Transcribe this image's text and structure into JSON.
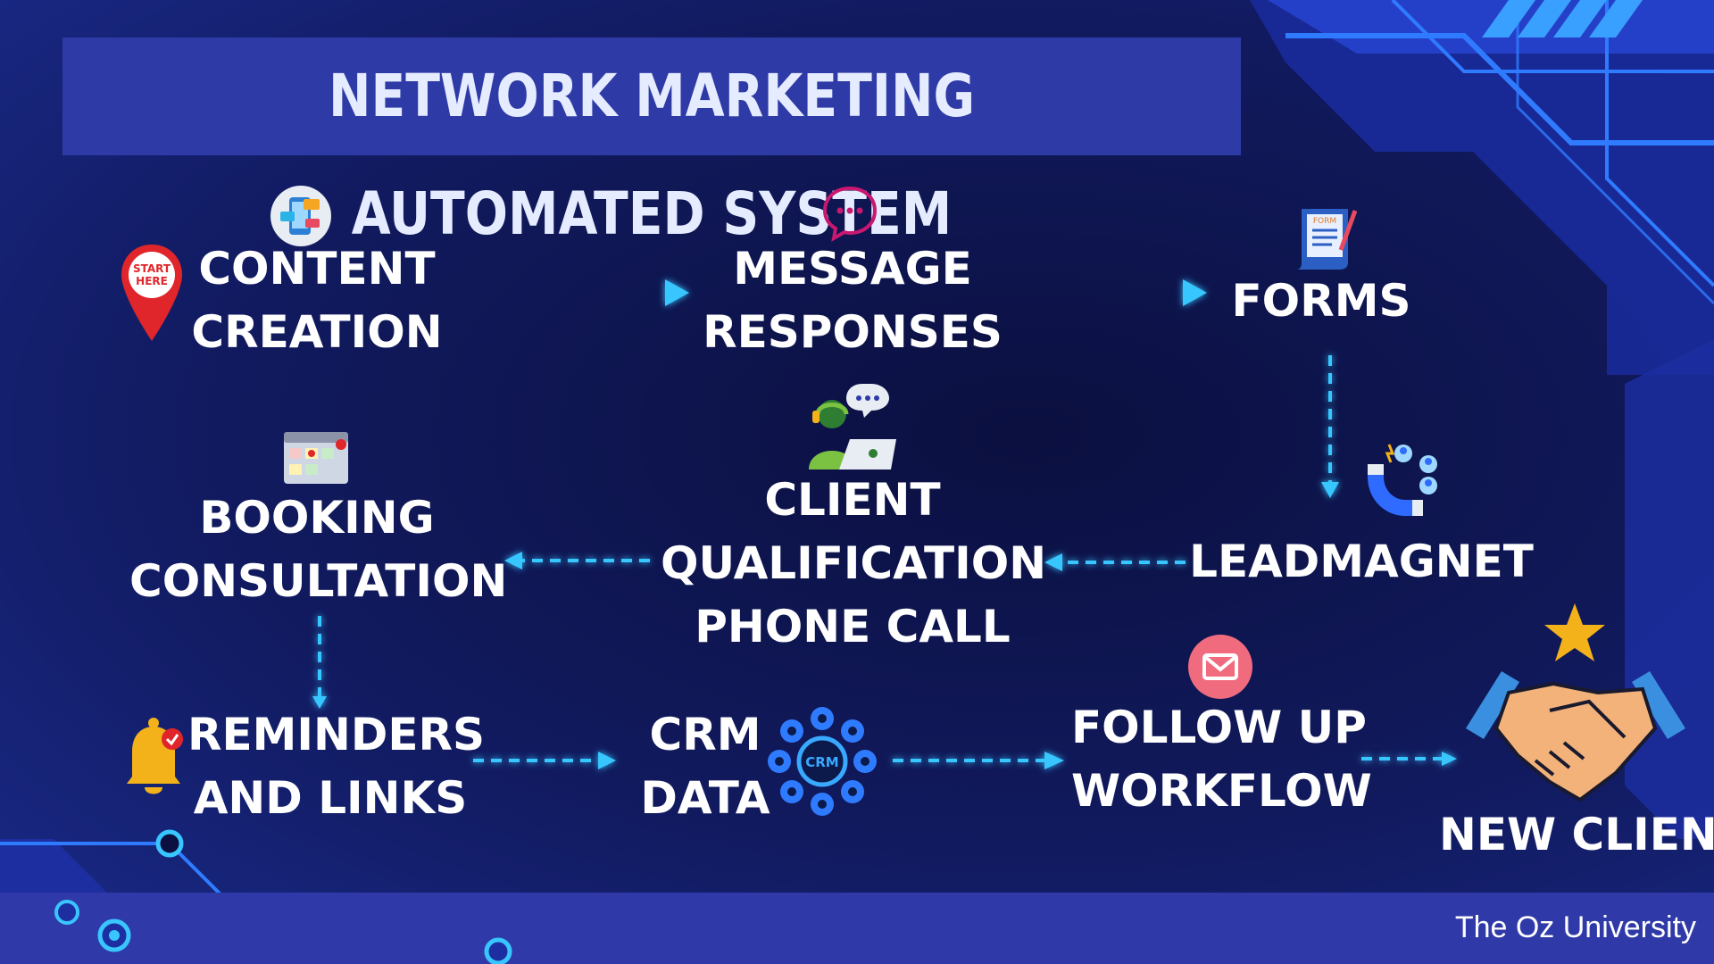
{
  "title": "NETWORK MARKETING AUTOMATED SYSTEM",
  "start_marker": {
    "line1": "START",
    "line2": "HERE"
  },
  "nodes": {
    "content_creation": [
      "CONTENT",
      "CREATION"
    ],
    "message_responses": [
      "MESSAGE",
      "RESPONSES"
    ],
    "forms": [
      "FORMS"
    ],
    "leadmagnet": [
      "LEADMAGNET"
    ],
    "client_qualification": [
      "CLIENT",
      "QUALIFICATION",
      "PHONE CALL"
    ],
    "booking_consultation": [
      "BOOKING",
      "CONSULTATION"
    ],
    "reminders_links": [
      "REMINDERS",
      "AND LINKS"
    ],
    "crm_data": [
      "CRM",
      "DATA"
    ],
    "follow_up": [
      "FOLLOW UP",
      "WORKFLOW"
    ],
    "new_client": [
      "NEW CLIENT"
    ]
  },
  "icons": {
    "content": "phone-media-icon",
    "message": "chat-bubble-icon",
    "forms": "form-document-icon",
    "leadmagnet": "magnet-icon",
    "qualification": "call-agent-icon",
    "booking": "calendar-icon",
    "reminders": "bell-icon",
    "crm": "crm-network-icon",
    "followup": "email-icon",
    "newclient": "handshake-icon",
    "star": "star-icon",
    "crm_text": "CRM",
    "form_text": "FORM"
  },
  "colors": {
    "background": "#0b1040",
    "title_bg": "#2e3ba6",
    "arrow": "#39c6ff",
    "accent_blue": "#2f6bff",
    "pin_red": "#e0262a",
    "star": "#f4b21a"
  },
  "credit": "The Oz University"
}
